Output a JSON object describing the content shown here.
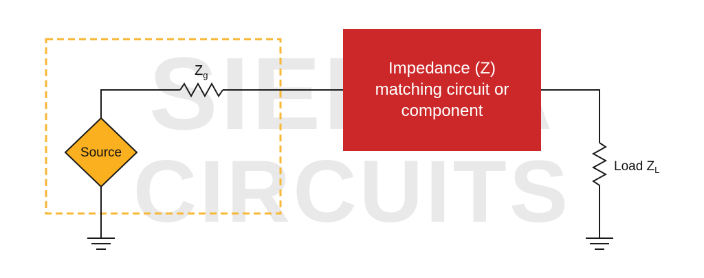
{
  "watermark": {
    "line1": "SIERRA",
    "line2": "CIRCUITS"
  },
  "source": {
    "label": "Source"
  },
  "generator_impedance": {
    "symbol": "Z",
    "subscript": "g"
  },
  "matching_block": {
    "lines": [
      "Impedance (Z)",
      "matching circuit or",
      "component"
    ]
  },
  "load": {
    "prefix": "Load Z",
    "subscript": "L"
  },
  "colors": {
    "source_fill": "#fbb01f",
    "source_dash": "#f8b735",
    "matching_block": "#cc2829",
    "wire": "#1a1a1a",
    "watermark": "#e9e9e9"
  }
}
